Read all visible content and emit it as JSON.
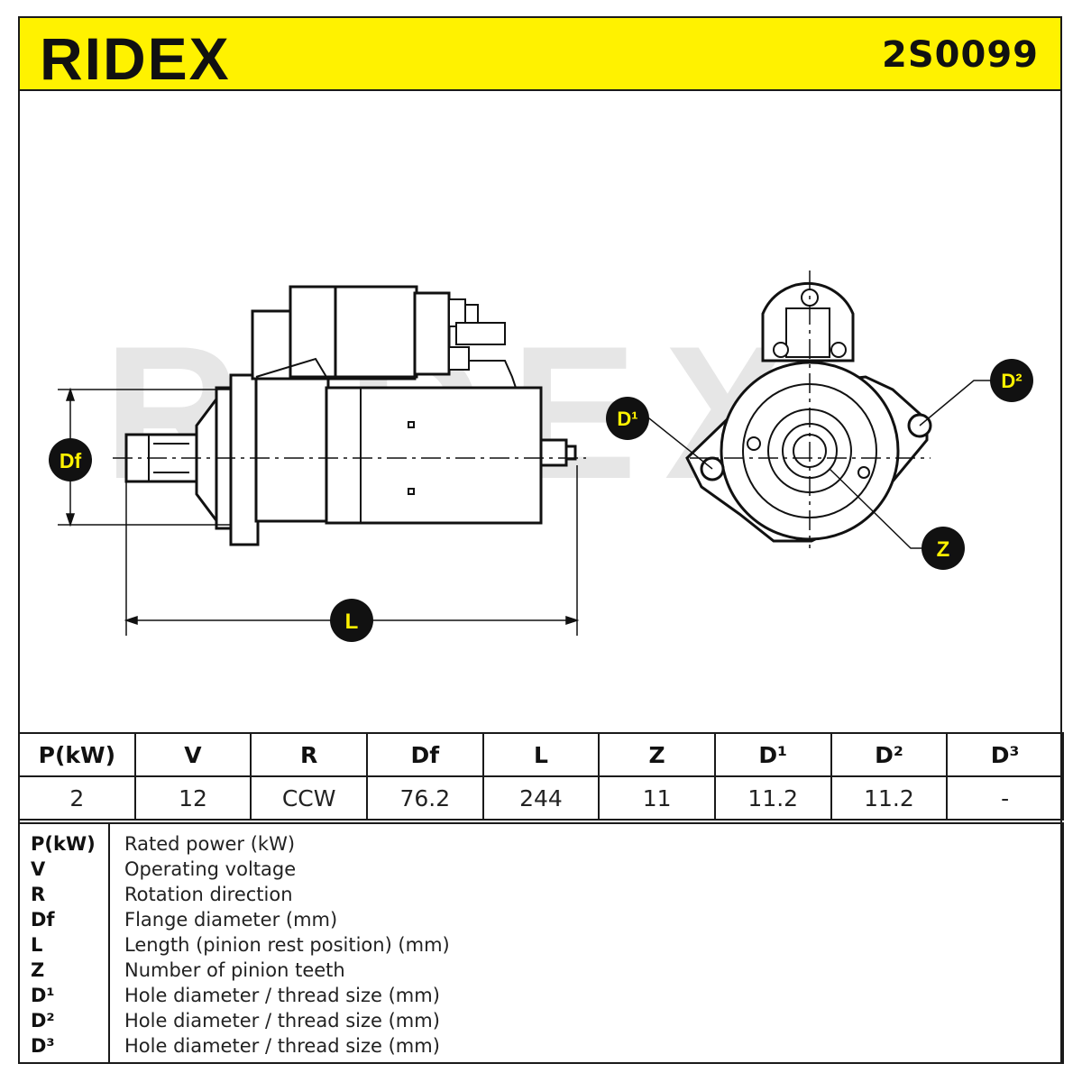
{
  "header": {
    "brand": "RIDEX",
    "part_number": "2S0099",
    "background_color": "#fff200"
  },
  "drawing": {
    "watermark": "RIDEX",
    "callouts": {
      "df": "Df",
      "l": "L",
      "d1": "D¹",
      "d2": "D²",
      "z": "Z"
    },
    "callout_fill": "#111111",
    "callout_text_color": "#fff200"
  },
  "spec_table": {
    "headers": [
      "P(kW)",
      "V",
      "R",
      "Df",
      "L",
      "Z",
      "D¹",
      "D²",
      "D³"
    ],
    "values": [
      "2",
      "12",
      "CCW",
      "76.2",
      "244",
      "11",
      "11.2",
      "11.2",
      "-"
    ]
  },
  "legend": [
    {
      "key": "P(kW)",
      "desc": "Rated power (kW)"
    },
    {
      "key": "V",
      "desc": "Operating voltage"
    },
    {
      "key": "R",
      "desc": "Rotation direction"
    },
    {
      "key": "Df",
      "desc": "Flange diameter (mm)"
    },
    {
      "key": "L",
      "desc": "Length (pinion rest position) (mm)"
    },
    {
      "key": "Z",
      "desc": "Number of pinion teeth"
    },
    {
      "key": "D¹",
      "desc": "Hole diameter / thread size (mm)"
    },
    {
      "key": "D²",
      "desc": "Hole diameter / thread size (mm)"
    },
    {
      "key": "D³",
      "desc": "Hole diameter / thread size (mm)"
    }
  ]
}
